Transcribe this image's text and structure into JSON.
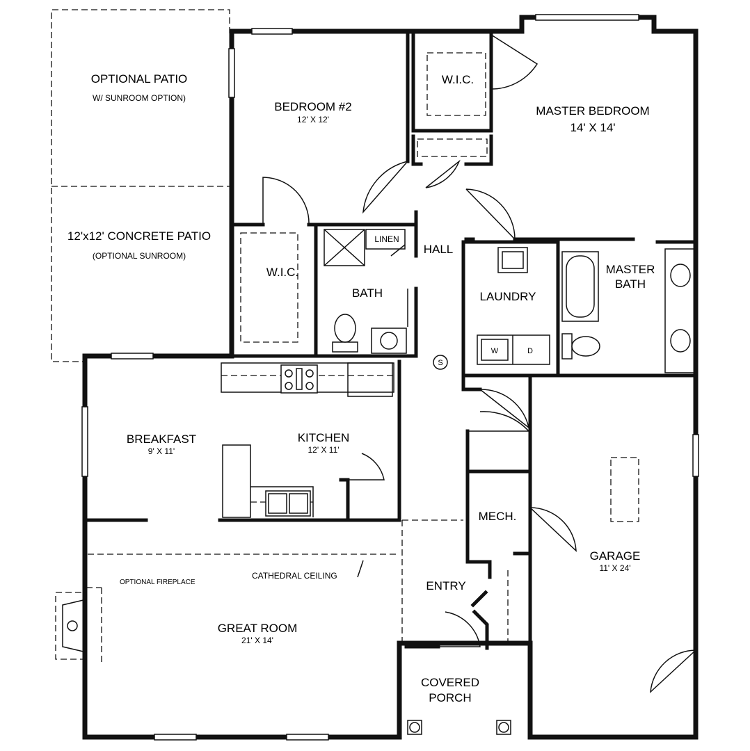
{
  "rooms": {
    "optional_patio": {
      "name": "OPTIONAL PATIO",
      "sub": "W/ SUNROOM OPTION)"
    },
    "concrete_patio": {
      "name": "12'x12' CONCRETE PATIO",
      "sub": "(OPTIONAL SUNROOM)"
    },
    "bedroom2": {
      "name": "BEDROOM #2",
      "dim": "12' X 12'"
    },
    "wic_bed2": {
      "name": "W.I.C."
    },
    "wic_master": {
      "name": "W.I.C."
    },
    "master_bedroom": {
      "name": "MASTER BEDROOM",
      "dim": "14' X 14'"
    },
    "linen": {
      "name": "LINEN"
    },
    "hall": {
      "name": "HALL"
    },
    "bath": {
      "name": "BATH"
    },
    "laundry": {
      "name": "LAUNDRY"
    },
    "master_bath": {
      "name": "MASTER",
      "name2": "BATH"
    },
    "breakfast": {
      "name": "BREAKFAST",
      "dim": "9' X 11'"
    },
    "kitchen": {
      "name": "KITCHEN",
      "dim": "12' X 11'"
    },
    "mech": {
      "name": "MECH."
    },
    "garage": {
      "name": "GARAGE",
      "dim": "11' X 24'"
    },
    "entry": {
      "name": "ENTRY"
    },
    "great_room": {
      "name": "GREAT ROOM",
      "dim": "21' X 14'"
    },
    "covered_porch": {
      "name": "COVERED",
      "name2": "PORCH"
    }
  },
  "notes": {
    "fireplace": "OPTIONAL FIREPLACE",
    "cathedral": "CATHEDRAL CEILING"
  },
  "appliances": {
    "washer": "W",
    "dryer": "D",
    "smoke": "S"
  }
}
